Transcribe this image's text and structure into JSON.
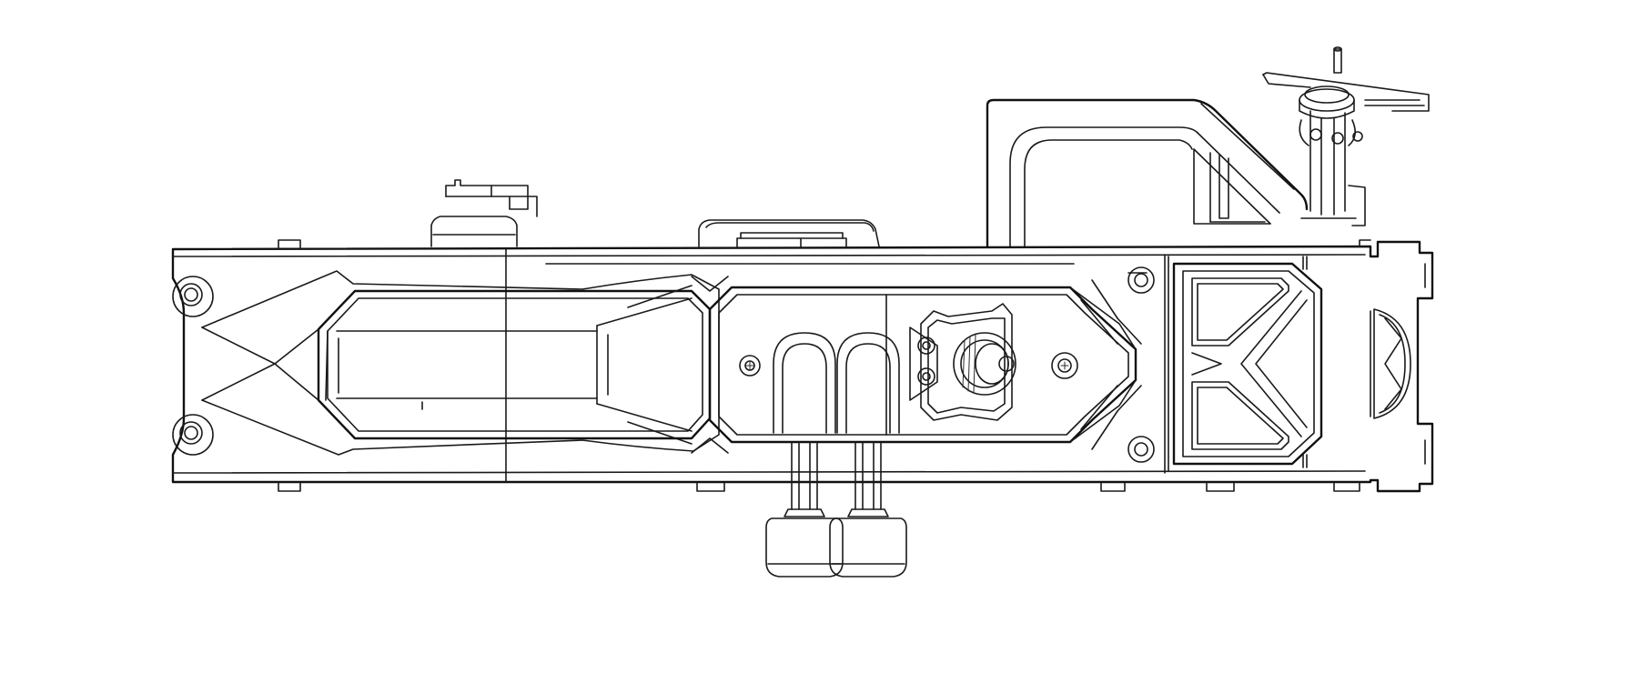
{
  "drawing": {
    "style": "monochrome line-art technical illustration",
    "background_color": "#ffffff",
    "line_color": "#1a1a1a",
    "subject_parts": [
      "baseplate-rail",
      "left-mount-holes",
      "left-hex-recess",
      "center-clamp-panel",
      "thumb-screws",
      "knob-assembly",
      "top-left-bracket",
      "top-center-block",
      "top-handle",
      "rosette-mount",
      "right-end-cap"
    ]
  }
}
